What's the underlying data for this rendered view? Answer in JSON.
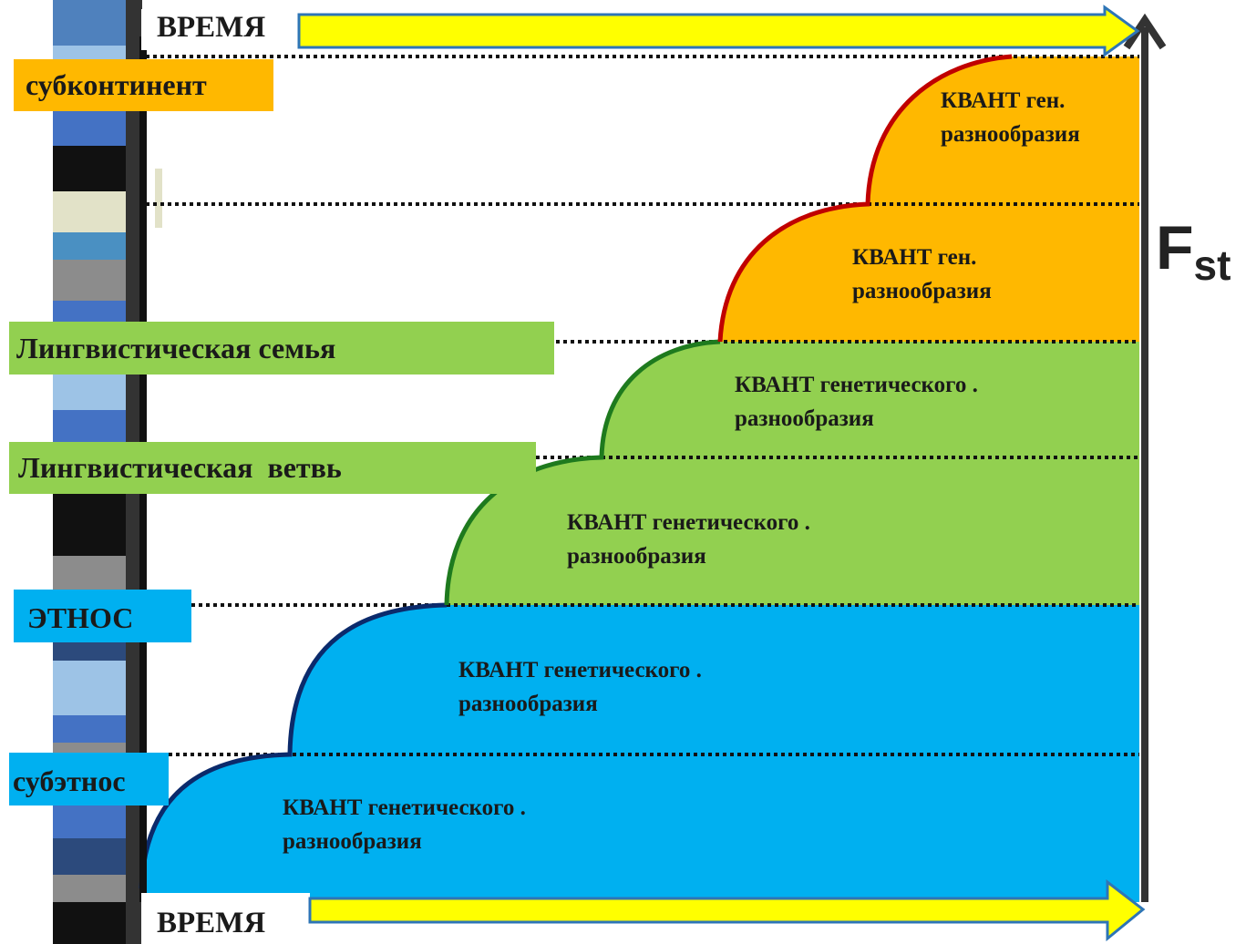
{
  "time_label_top": "ВРЕМЯ",
  "time_label_bottom": "ВРЕМЯ",
  "axis": {
    "main": "F",
    "sub": "st"
  },
  "levels": [
    {
      "label": "субконтинент"
    },
    {
      "label": "Лингвистическая семья"
    },
    {
      "label": "Лингвистическая  ветвь"
    },
    {
      "label": "ЭТНОС"
    },
    {
      "label": "субэтнос"
    }
  ],
  "quanta": [
    {
      "line1": "КВАНТ ген.",
      "line2": "разнообразия"
    },
    {
      "line1": "КВАНТ ген.",
      "line2": "разнообразия"
    },
    {
      "line1": "КВАНТ генетического .",
      "line2": "разнообразия"
    },
    {
      "line1": "КВАНТ генетического .",
      "line2": "разнообразия"
    },
    {
      "line1": "КВАНТ генетического .",
      "line2": "разнообразия"
    },
    {
      "line1": "КВАНТ генетического .",
      "line2": "разнообразия"
    }
  ],
  "colors": {
    "orange": "#FFB800",
    "green": "#92D050",
    "blue": "#00B0F0",
    "red_curve": "#C00000",
    "green_curve": "#1E7A1E",
    "blue_curve": "#0B2A6B",
    "arrow_yellow": "#FFFF00",
    "arrow_outline": "#2E75B6"
  }
}
